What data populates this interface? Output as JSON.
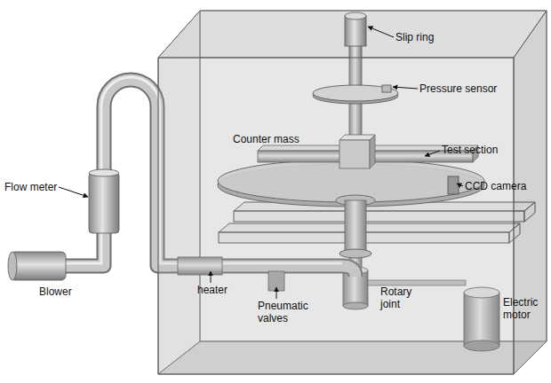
{
  "diagram": {
    "labels": [
      "Slip ring",
      "Pressure sensor",
      "Counter mass",
      "Test section",
      "CCD camera",
      "Flow meter",
      "Blower",
      "heater",
      "Pneumatic valves",
      "Rotary joint",
      "Electric motor"
    ]
  }
}
